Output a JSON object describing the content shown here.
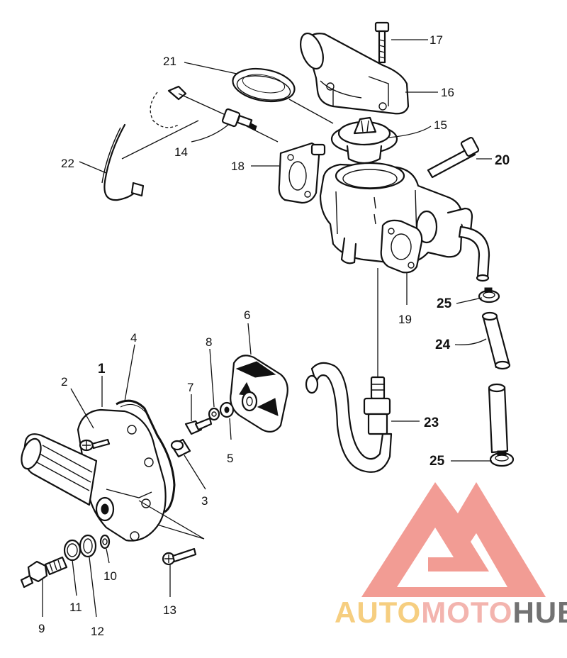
{
  "callouts": [
    {
      "id": "1",
      "text": "1"
    },
    {
      "id": "2",
      "text": "2"
    },
    {
      "id": "3",
      "text": "3"
    },
    {
      "id": "4",
      "text": "4"
    },
    {
      "id": "5",
      "text": "5"
    },
    {
      "id": "6",
      "text": "6"
    },
    {
      "id": "7",
      "text": "7"
    },
    {
      "id": "8",
      "text": "8"
    },
    {
      "id": "9",
      "text": "9"
    },
    {
      "id": "10",
      "text": "10"
    },
    {
      "id": "11",
      "text": "11"
    },
    {
      "id": "12",
      "text": "12"
    },
    {
      "id": "13",
      "text": "13"
    },
    {
      "id": "14",
      "text": "14"
    },
    {
      "id": "15",
      "text": "15"
    },
    {
      "id": "16",
      "text": "16"
    },
    {
      "id": "17",
      "text": "17"
    },
    {
      "id": "18",
      "text": "18"
    },
    {
      "id": "19",
      "text": "19"
    },
    {
      "id": "20",
      "text": "20"
    },
    {
      "id": "21",
      "text": "21"
    },
    {
      "id": "22",
      "text": "22"
    },
    {
      "id": "23",
      "text": "23"
    },
    {
      "id": "24",
      "text": "24"
    },
    {
      "id": "25a",
      "text": "25"
    },
    {
      "id": "25b",
      "text": "25"
    }
  ],
  "watermark": {
    "part1": "AUTO",
    "part2": "MOTO",
    "part3": "HUB",
    "color_auto": "#f5c66a",
    "color_moto": "#f2a7a0",
    "color_hub": "#5a5a5a",
    "color_mark": "#f08b82"
  }
}
